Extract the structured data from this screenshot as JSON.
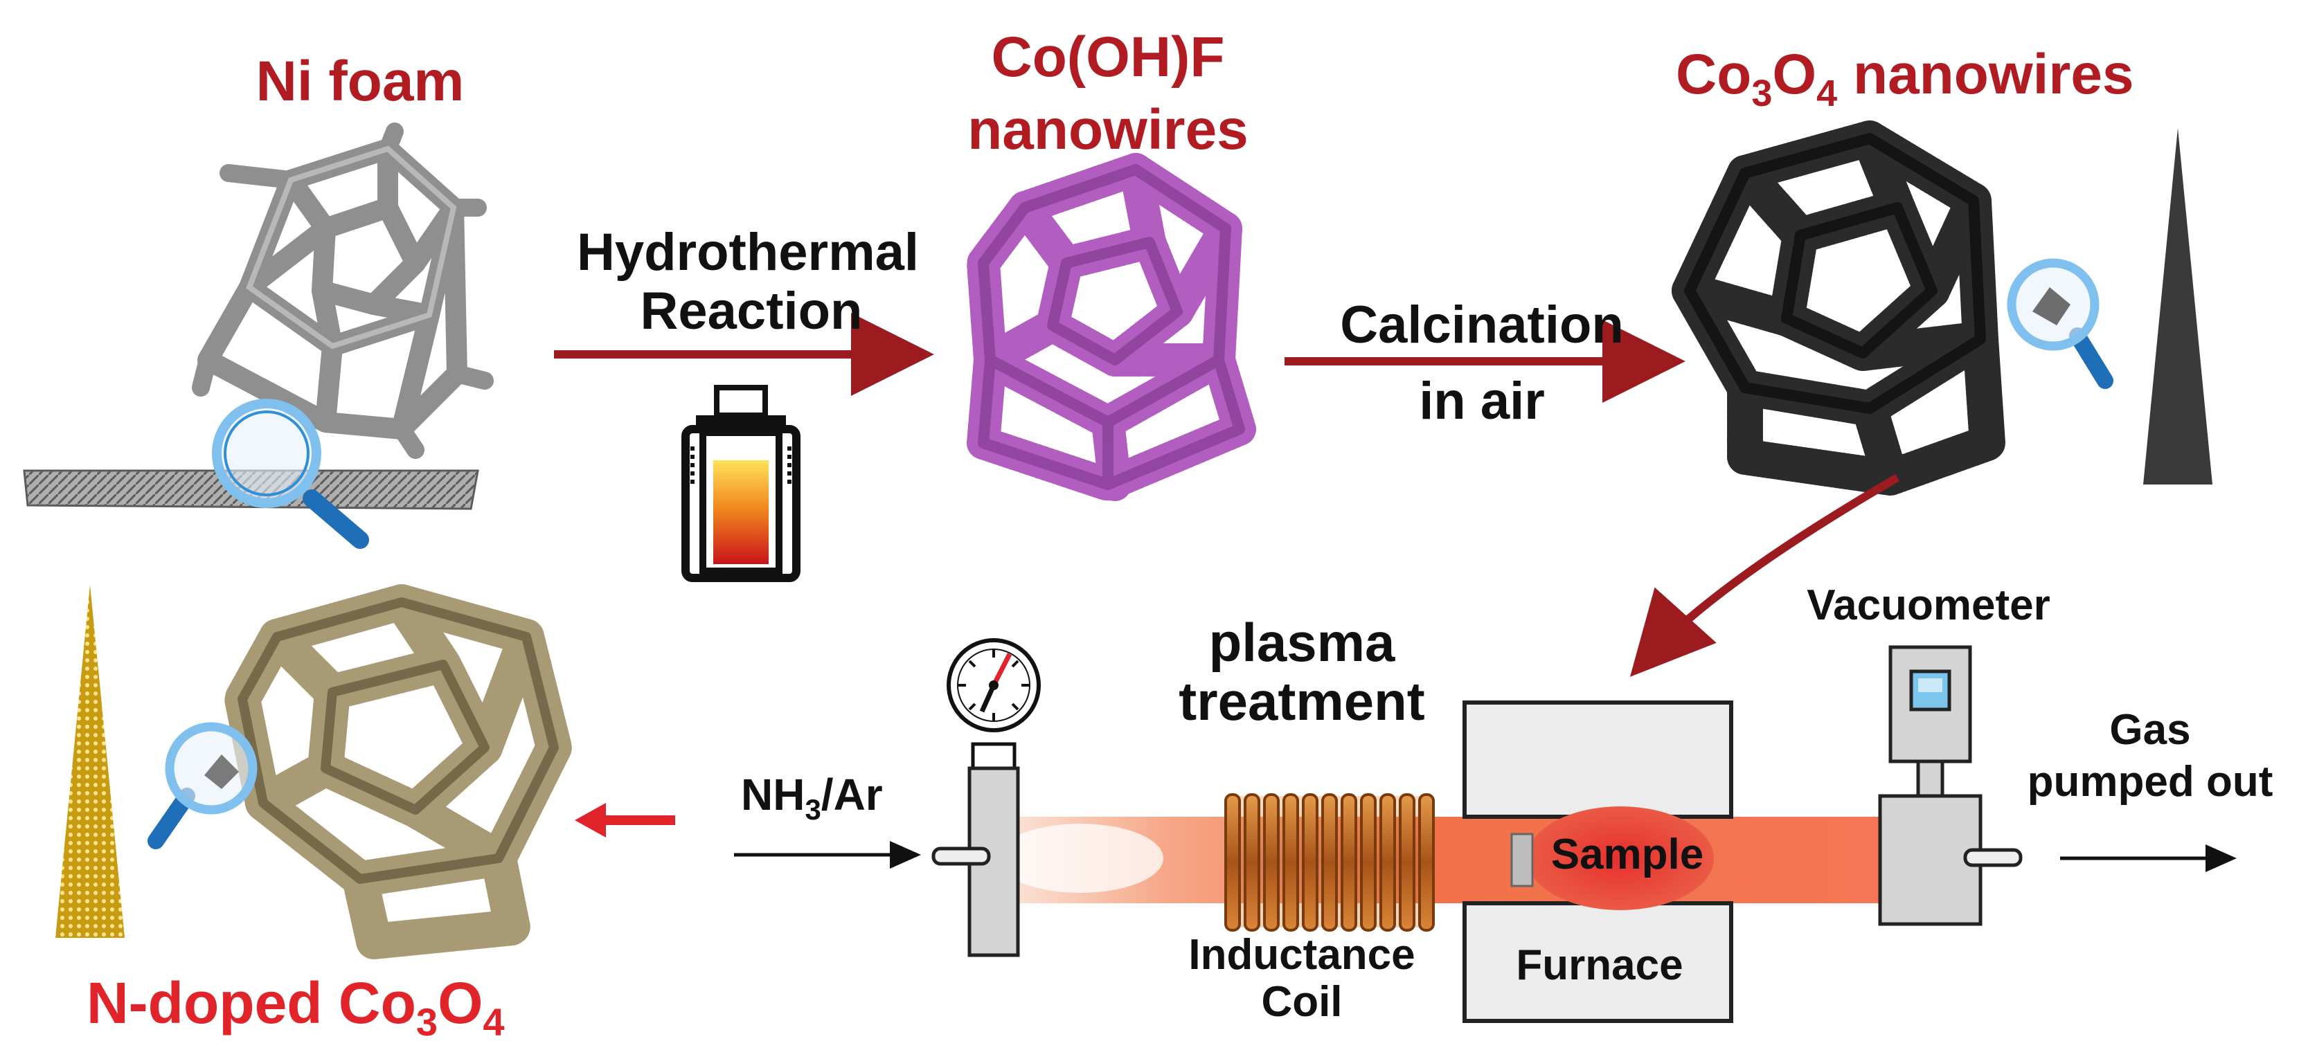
{
  "labels": {
    "ni_foam": "Ni foam",
    "cooh_f_line1": "Co(OH)F",
    "cooh_f_line2": "nanowires",
    "co3o4_co": "Co",
    "co3o4_sub3": "3",
    "co3o4_o": "O",
    "co3o4_sub4": "4",
    "co3o4_rest": " nanowires",
    "ndoped_prefix": "N-doped Co",
    "ndoped_sub3": "3",
    "ndoped_o": "O",
    "ndoped_sub4": "4"
  },
  "steps": {
    "hydrothermal_line1": "Hydrothermal",
    "hydrothermal_line2": "Reaction",
    "calcination_line1": "Calcination",
    "calcination_line2": "in air",
    "plasma_line1": "plasma",
    "plasma_line2": "treatment"
  },
  "apparatus": {
    "gas_in_nh": "NH",
    "gas_in_sub": "3",
    "gas_in_ar": "/Ar",
    "vacuometer": "Vacuometer",
    "gas_out_line1": "Gas",
    "gas_out_line2": "pumped out",
    "sample": "Sample",
    "furnace": "Furnace",
    "coil_line1": "Inductance",
    "coil_line2": "Coil"
  },
  "colors": {
    "title_red": "#b01c22",
    "arrow_red": "#9b1b1f",
    "bright_red": "#e0242a",
    "ni_foam_gray": "#8f8f8f",
    "cooh_f_purple": "#b25ec0",
    "co3o4_black": "#2b2b2b",
    "ndoped_tan": "#a89a75",
    "plasma_orange": "#f2714a",
    "coil_copper": "#b5651d",
    "magnifier_blue": "#2f8fd8"
  },
  "icons": [
    "magnifier-icon",
    "autoclave-icon",
    "pressure-gauge-icon",
    "vacuometer-icon",
    "nanowire-cone-icon"
  ]
}
